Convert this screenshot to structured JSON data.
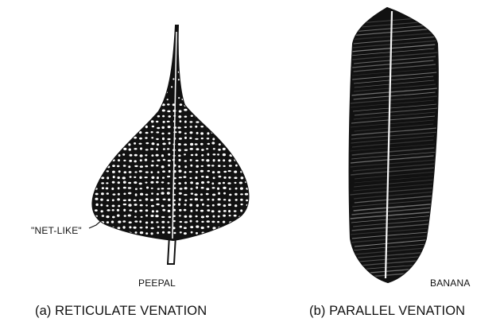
{
  "figure": {
    "left_panel": {
      "leaf_name": "PEEPAL",
      "annotation": "\"NET-LIKE\"",
      "caption": "(a) RETICULATE VENATION",
      "leaf_icon": "peepal-leaf-icon"
    },
    "right_panel": {
      "leaf_name": "BANANA",
      "caption": "(b) PARALLEL VENATION",
      "leaf_icon": "banana-leaf-icon"
    },
    "colors": {
      "ink": "#111111",
      "background": "#ffffff",
      "dots": "#ffffff"
    }
  }
}
